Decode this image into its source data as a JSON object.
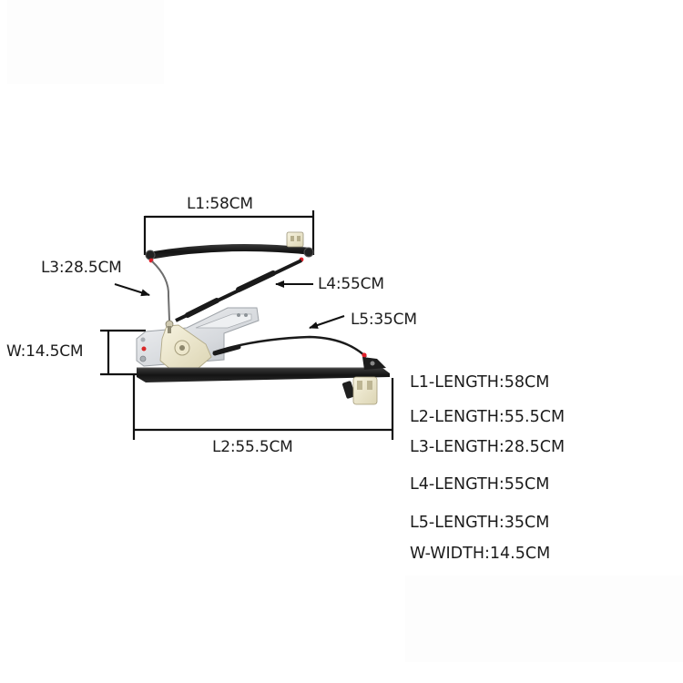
{
  "product": {
    "type": "window-regulator",
    "description": "Car window regulator with cables, rail and motor mount bracket"
  },
  "callouts": {
    "l1": "L1:58CM",
    "l2": "L2:55.5CM",
    "l3": "L3:28.5CM",
    "l4": "L4:55CM",
    "l5": "L5:35CM",
    "w": "W:14.5CM"
  },
  "specs": [
    {
      "label": "L1-LENGTH:58CM"
    },
    {
      "label": "L2-LENGTH:55.5CM"
    },
    {
      "label": "L3-LENGTH:28.5CM"
    },
    {
      "label": "L4-LENGTH:55CM"
    },
    {
      "label": "L5-LENGTH:35CM"
    },
    {
      "label": "W-WIDTH:14.5CM"
    }
  ],
  "colors": {
    "dimension_line": "#111111",
    "rail": "#1b1b1b",
    "bracket_metal": "#d9dcdf",
    "gear_housing": "#efe9cf",
    "red_marker": "#e0202a",
    "text": "#1c1c1c"
  }
}
